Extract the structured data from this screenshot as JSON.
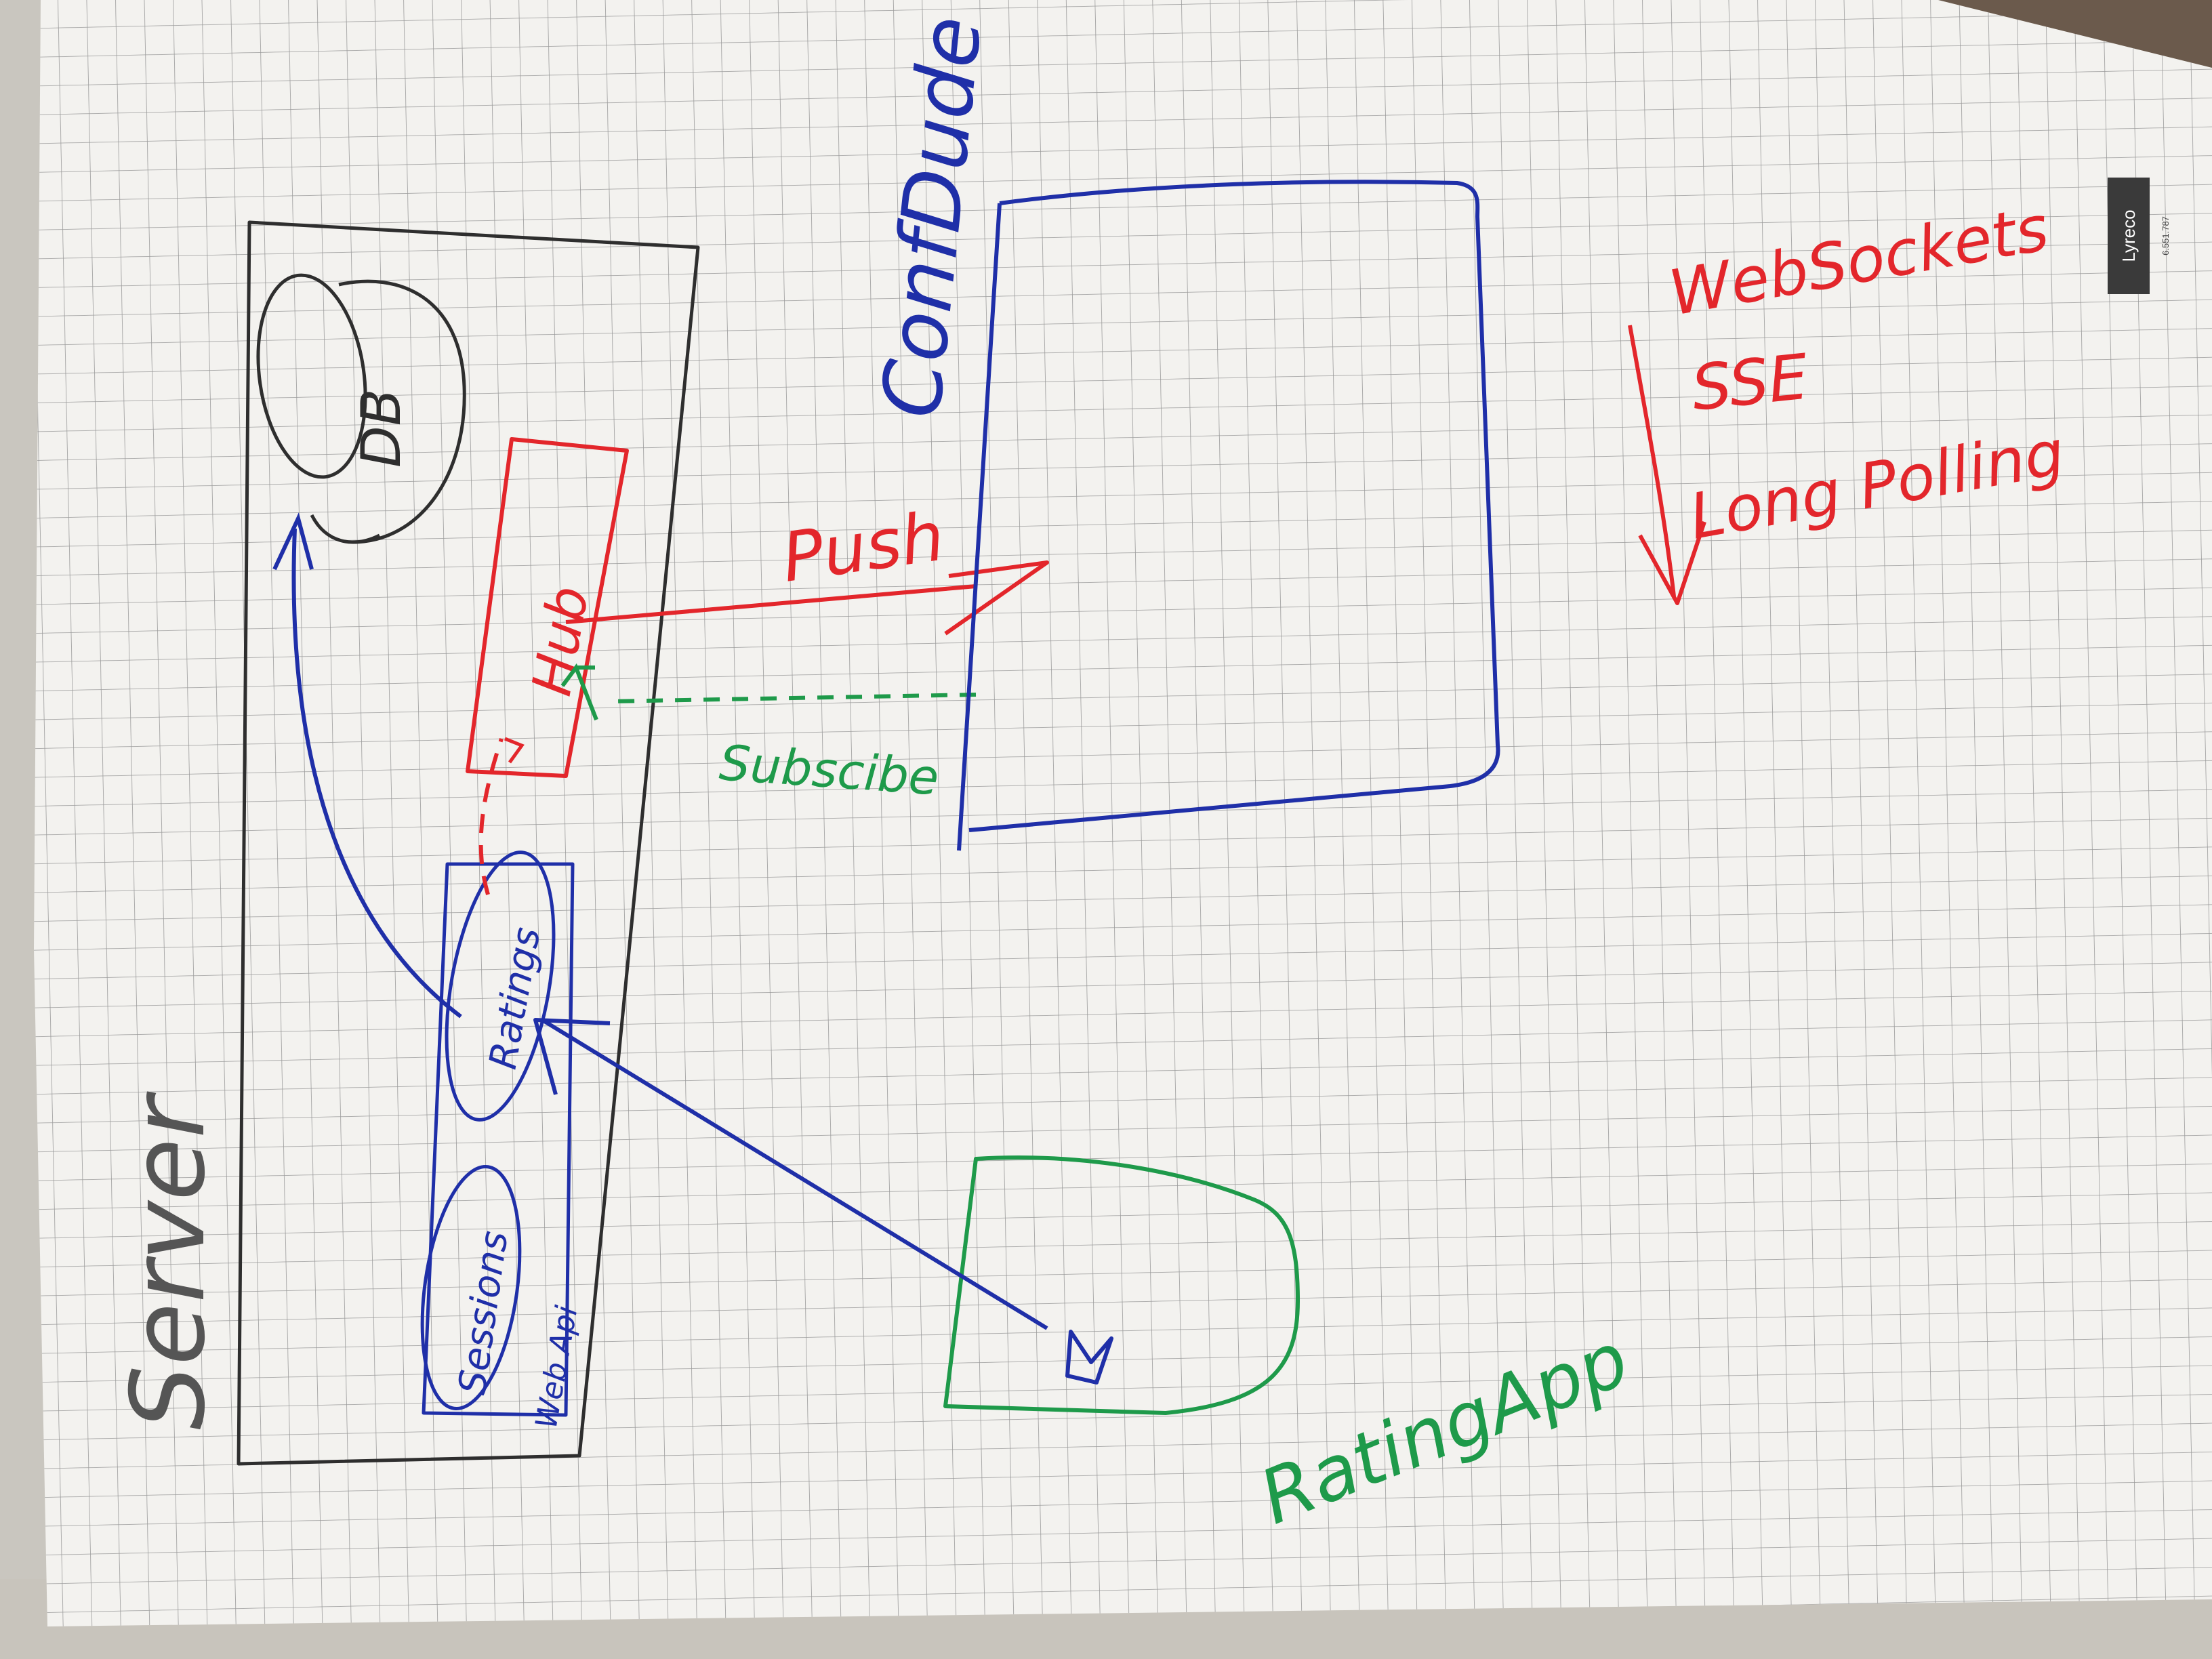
{
  "colors": {
    "paper": "#f3f2ef",
    "grid": "#9a9a9a",
    "pencil": "#2e2e2e",
    "blue": "#1f2fa8",
    "red": "#e3262b",
    "green": "#1e9a4a",
    "logo_bg": "#3a3a3a"
  },
  "labels": {
    "server": "Server",
    "db": "DB",
    "hub": "Hub",
    "sessions": "Sessions",
    "ratings": "Ratings",
    "web_api": "Web Api",
    "push": "Push",
    "subscribe": "Subscibe",
    "confdude": "ConfDude",
    "rating_app": "RatingApp",
    "websockets": "WebSockets",
    "sse": "SSE",
    "long_polling": "Long Polling"
  },
  "logo": {
    "brand": "Lyreco",
    "code": "6.551.787"
  }
}
